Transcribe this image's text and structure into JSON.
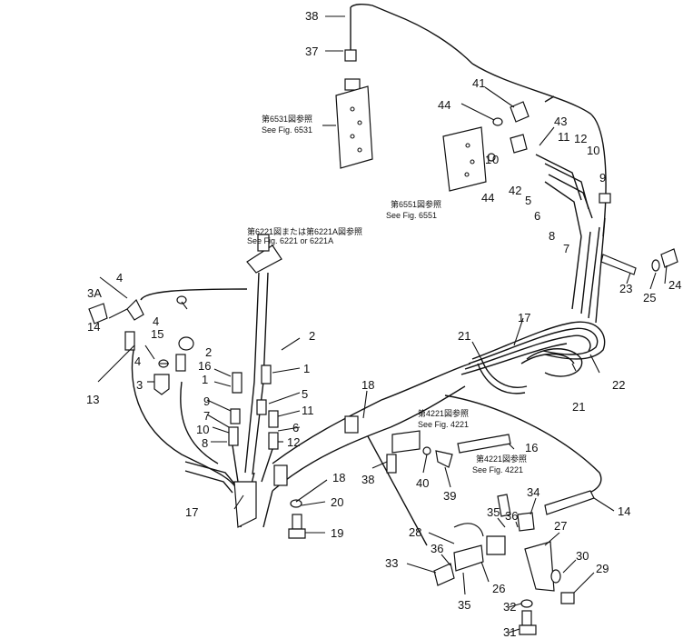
{
  "references": [
    "第6531図参照 See Fig. 6531",
    "第6551図参照 See Fig. 6551",
    "第6221図または第6221A図参照 See Fig. 6221 or 6221A",
    "第4221図参照 See Fig. 4221",
    "第4221図参照 See Fig. 4221"
  ],
  "labels": {
    "l38a": "38",
    "l37": "37",
    "l41": "41",
    "l44a": "44",
    "l43": "43",
    "l11a": "11",
    "l12a": "12",
    "l10a": "10",
    "l1a": "1",
    "l0": "0",
    "l44b": "44",
    "l42": "42",
    "l5a": "5",
    "l9a": "9",
    "l6a": "6",
    "l8a": "8",
    "l7a": "7",
    "l24": "24",
    "l25": "25",
    "l23": "23",
    "l4a": "4",
    "l3A": "3A",
    "l14a": "14",
    "l15": "15",
    "l4b": "4",
    "l2a": "2",
    "l4c": "4",
    "l16a": "16",
    "l2b": "2",
    "l1b": "1",
    "l1c": "1",
    "l3": "3",
    "l13": "13",
    "l9b": "9",
    "l7b": "7",
    "l10b": "10",
    "l8b": "8",
    "l5b": "5",
    "l11b": "11",
    "l6b": "6",
    "l12b": "12",
    "l21a": "21",
    "l17a": "17",
    "l22": "22",
    "l21b": "21",
    "l18a": "18",
    "l18b": "18",
    "l17b": "17",
    "l20": "20",
    "l19": "19",
    "l38b": "38",
    "l40": "40",
    "l39": "39",
    "l16b": "16",
    "l34": "34",
    "l14b": "14",
    "l35a": "35",
    "l36a": "36",
    "l27": "27",
    "l28": "28",
    "l30": "30",
    "l29": "29",
    "l33": "33",
    "l36b": "36",
    "l26": "26",
    "l35b": "35",
    "l32": "32",
    "l31": "31"
  }
}
